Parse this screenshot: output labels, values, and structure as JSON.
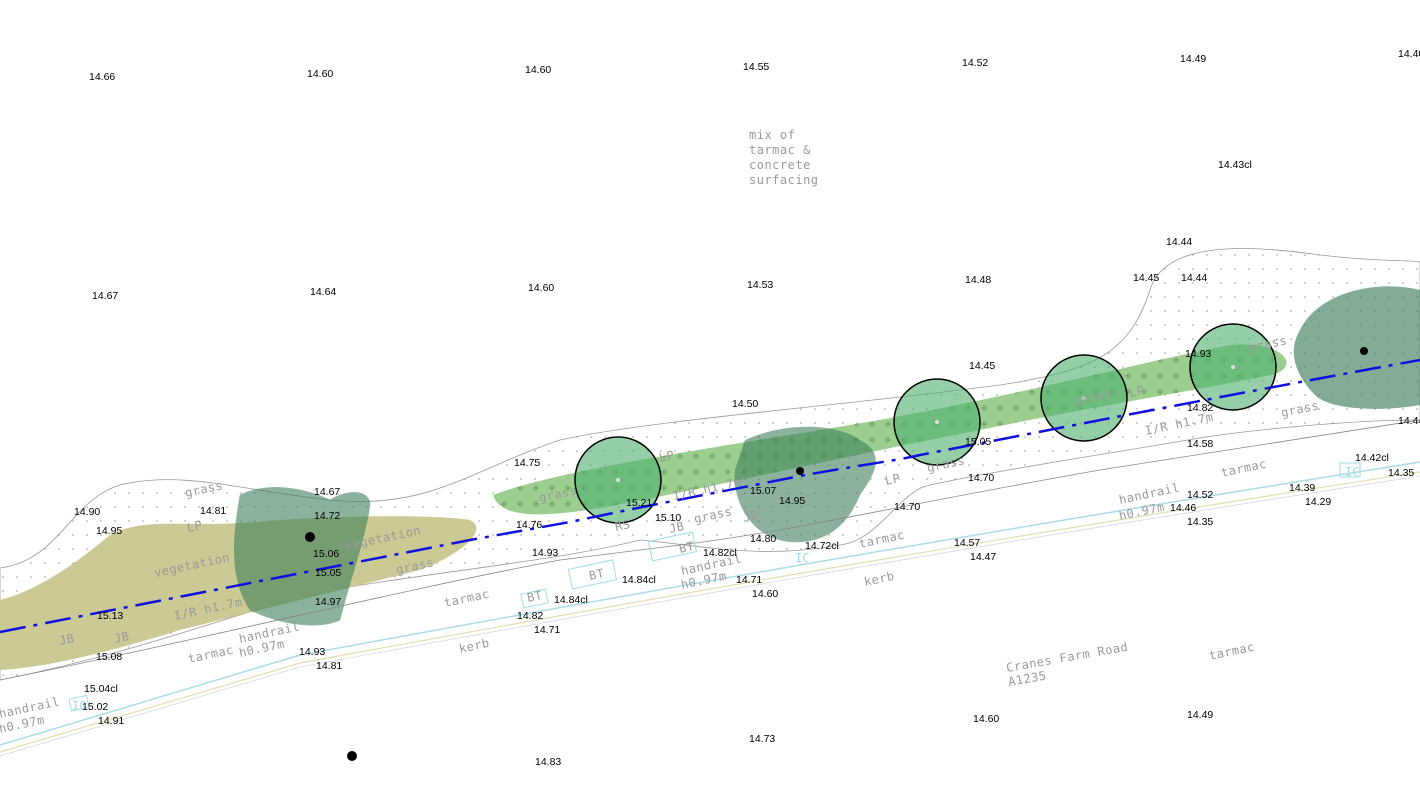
{
  "drawing": {
    "surface_note": [
      "mix of",
      "tarmac &",
      "concrete",
      "surfacing"
    ],
    "road_name": "Cranes Farm Road",
    "road_number": "A1235",
    "colors": {
      "fence_line": "#1010e0",
      "vegetation": "#c8c68e",
      "grass": "#9ccf8f",
      "tree_canopy": "#5f9a7a",
      "tree_circle": "#4caf6e",
      "kerb_line": "#a8dce8"
    }
  },
  "spot_heights": [
    "14.66",
    "14.60",
    "14.60",
    "14.55",
    "14.52",
    "14.49",
    "14.40",
    "14.43cl",
    "14.67",
    "14.64",
    "14.60",
    "14.53",
    "14.48",
    "14.44",
    "14.45",
    "14.44",
    "14.45",
    "14.50",
    "14.75",
    "14.67",
    "14.72",
    "14.90",
    "14.81",
    "14.95",
    "15.06",
    "15.05",
    "14.97",
    "15.13",
    "15.08",
    "14.93",
    "14.81",
    "15.04cl",
    "15.02",
    "14.91",
    "14.83",
    "14.73",
    "14.60",
    "14.49",
    "14.76",
    "15.21",
    "15.10",
    "14.93",
    "15.07",
    "14.95",
    "14.80",
    "14.72cl",
    "14.82cl",
    "14.84cl",
    "14.84cl",
    "14.82",
    "14.71",
    "14.71",
    "14.60",
    "14.70",
    "14.70",
    "15.05",
    "14.93",
    "14.82",
    "14.58",
    "14.52",
    "14.46",
    "14.35",
    "14.39",
    "14.29",
    "14.57",
    "14.47",
    "14.42cl",
    "14.35",
    "14.44"
  ],
  "labels": [
    "grass",
    "LP",
    "vegetation",
    "vegetation",
    "grass",
    "I/R h1.7m",
    "JB",
    "JB",
    "tarmac",
    "handrail",
    "h0.97m",
    "tarmac",
    "kerb",
    "grass",
    "LP",
    "I/R h1.7m",
    "grass",
    "JB",
    "RS",
    "JB",
    "BT",
    "BT",
    "BT",
    "handrail",
    "h0.97m",
    "tarmac",
    "kerb",
    "LP",
    "grass",
    "LP",
    "grass",
    "I/R h1.7m",
    "grass",
    "tarmac",
    "handrail",
    "h0.97m",
    "tarmac",
    "handrail",
    "h0.97m",
    "grass"
  ],
  "code_labels": [
    "IC",
    "IC",
    "IC"
  ]
}
